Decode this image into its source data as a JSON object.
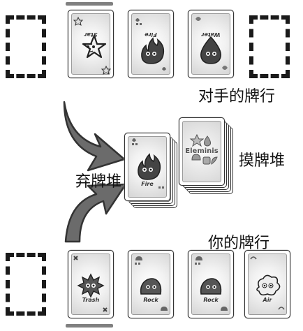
{
  "labels": {
    "opponent_row": "对手的牌行",
    "draw_pile": "摸牌堆",
    "discard_pile": "弃牌堆",
    "your_row": "你的牌行"
  },
  "opponent_cards": [
    {
      "name": "Star",
      "icon": "star-creature"
    },
    {
      "name": "Fire",
      "icon": "fire-creature"
    },
    {
      "name": "Water",
      "icon": "water-creature"
    }
  ],
  "discard_top": {
    "name": "Fire",
    "icon": "fire-creature"
  },
  "draw_pile_back": {
    "brand": "Eleminis"
  },
  "player_cards": [
    {
      "name": "Trash",
      "icon": "trash-creature"
    },
    {
      "name": "Rock",
      "icon": "rock-creature"
    },
    {
      "name": "Rock",
      "icon": "rock-creature"
    },
    {
      "name": "Air",
      "icon": "air-creature"
    }
  ],
  "colors": {
    "arrow": "#6b6b6b",
    "turn_bar": "#808080"
  }
}
